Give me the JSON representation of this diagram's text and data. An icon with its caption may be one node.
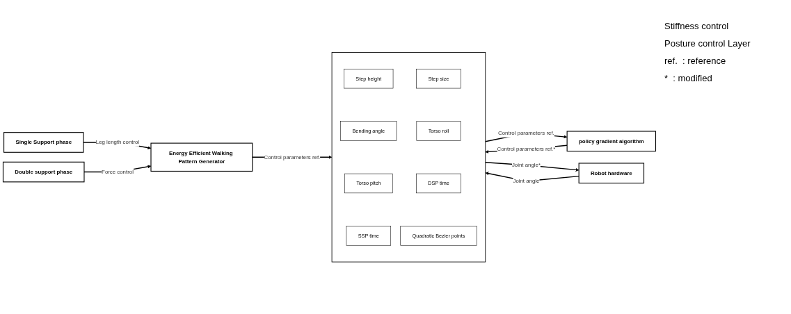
{
  "diagram": {
    "nodes": [
      {
        "text": [
          "Single Support phase"
        ]
      },
      {
        "text": [
          "Double support phase"
        ]
      },
      {
        "text": [
          "Energy Efficient Walking Pattern Generator"
        ]
      },
      {
        "text": [
          "policy gradient algorithm"
        ]
      },
      {
        "text": [],
        "shape": "box"
      },
      {
        "text": [
          "Step height"
        ],
        "in": 4
      },
      {
        "text": [
          "Bending angle"
        ],
        "in": 4
      },
      {
        "text": [
          "Torso pitch"
        ],
        "in": 4
      },
      {
        "text": [
          "SSP time"
        ],
        "in": 4
      },
      {
        "text": [
          "Step size"
        ],
        "in": 4
      },
      {
        "text": [
          "Torso roll"
        ],
        "in": 4
      },
      {
        "text": [
          "DSP time"
        ],
        "in": 4
      },
      {
        "text": [
          "Quadratic Bezier points"
        ],
        "in": 4
      },
      {
        "text": [
          "Robot hardware"
        ]
      }
    ],
    "edges": [
      {
        "from": 0,
        "to": 2,
        "arrow": "to",
        "label": "Leg length control"
      },
      {
        "from": 1,
        "to": 2,
        "arrow": "to",
        "label": "Force control"
      },
      {
        "from": 2,
        "to": 4,
        "arrow": "to",
        "label": "Control parameters ref."
      },
      {
        "from": 4,
        "to": 3,
        "arrow": "to",
        "label": "Control parameters ref."
      },
      {
        "from": 3,
        "to": 4,
        "arrow": "to",
        "label": "Control parameters ref.*"
      },
      {
        "from": 13,
        "to": 4,
        "arrow": "to",
        "label": "Joint angle"
      },
      {
        "from": 4,
        "to": 13,
        "arrow": "to",
        "label": "Joint angle*"
      }
    ],
    "labels": [
      "Stiffness control",
      "Posture control Layer",
      "ref.  : reference",
      "*  : modified"
    ]
  }
}
